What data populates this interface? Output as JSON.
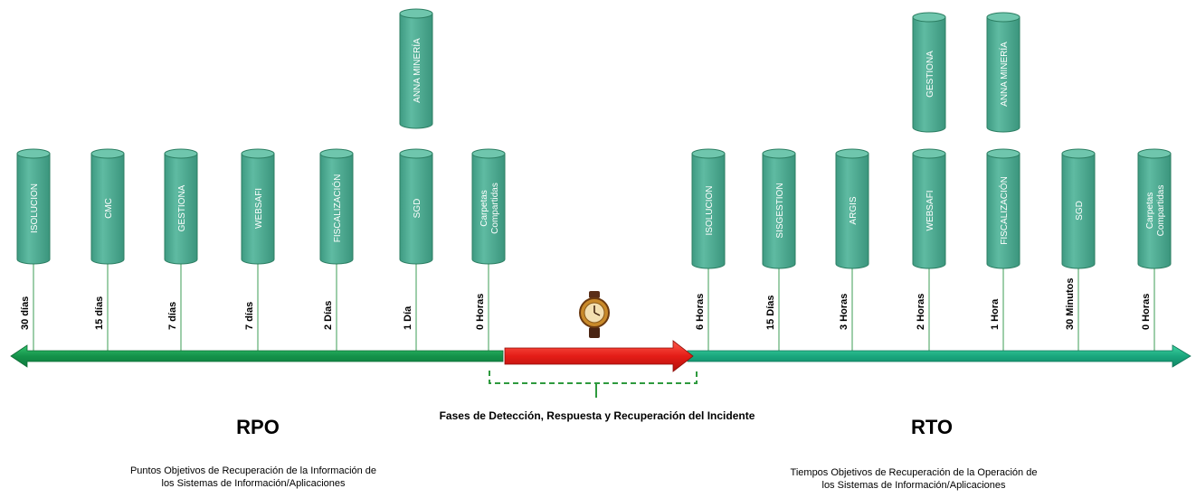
{
  "colors": {
    "cylinder_fill": "#4aa991",
    "cylinder_stroke": "#2b7e62",
    "line_green": "#1aa35a",
    "arrow_red": "#e8241f",
    "connector": "#7dbe8d",
    "bracket": "#2e9a3e"
  },
  "rpo": {
    "title": "RPO",
    "description_line1": "Puntos Objetivos de Recuperación  de la Información de",
    "description_line2": "los Sistemas de Información/Aplicaciones",
    "items": [
      {
        "label": "ISOLUCION",
        "time": "30 días"
      },
      {
        "label": "CMC",
        "time": "15 días"
      },
      {
        "label": "GESTIONA",
        "time": "7 días"
      },
      {
        "label": "WEBSAFI",
        "time": "7 días"
      },
      {
        "label": "FISCALIZACIÓN",
        "time": "2 Días"
      },
      {
        "label": "SGD",
        "time": "1 Día",
        "extra": "ANNA MINERÍA"
      },
      {
        "label": "Carpetas\nCompartidas",
        "time": "0 Horas"
      }
    ]
  },
  "rto": {
    "title": "RTO",
    "description_line1": "Tiempos Objetivos de Recuperación  de la Operación de",
    "description_line2": "los Sistemas de Información/Aplicaciones",
    "items": [
      {
        "label": "ISOLUCION",
        "time": "6  Horas"
      },
      {
        "label": "SISGESTION",
        "time": "15  Días"
      },
      {
        "label": "ARGIS",
        "time": "3 Horas"
      },
      {
        "label": "WEBSAFI",
        "time": "2  Horas",
        "extra": "GESTIONA"
      },
      {
        "label": "FISCALIZACIÓN",
        "time": "1  Hora",
        "extra": "ANNA MINERÍA"
      },
      {
        "label": "SGD",
        "time": "30 Minutos"
      },
      {
        "label": "Carpetas\nCompartidas",
        "time": "0  Horas"
      }
    ]
  },
  "incident": {
    "label": "Fases de Detección,  Respuesta y Recuperación del Incidente",
    "icon": "stopwatch-icon"
  }
}
